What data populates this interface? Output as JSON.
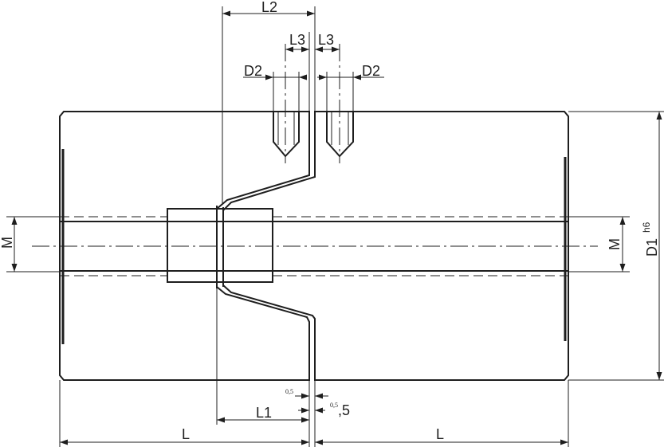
{
  "labels": {
    "l2": "L2",
    "l3_left": "L3",
    "l3_right": "L3",
    "d2_left": "D2",
    "d2_right": "D2",
    "m_left": "M",
    "m_right": "M",
    "d1": "D1",
    "d1_tolerance": "h6",
    "l1": "L1",
    "gap_upper": "0,5",
    "gap_lower": "0,5",
    "gap_lower_value": ",5",
    "l_left": "L",
    "l_right": "L"
  }
}
